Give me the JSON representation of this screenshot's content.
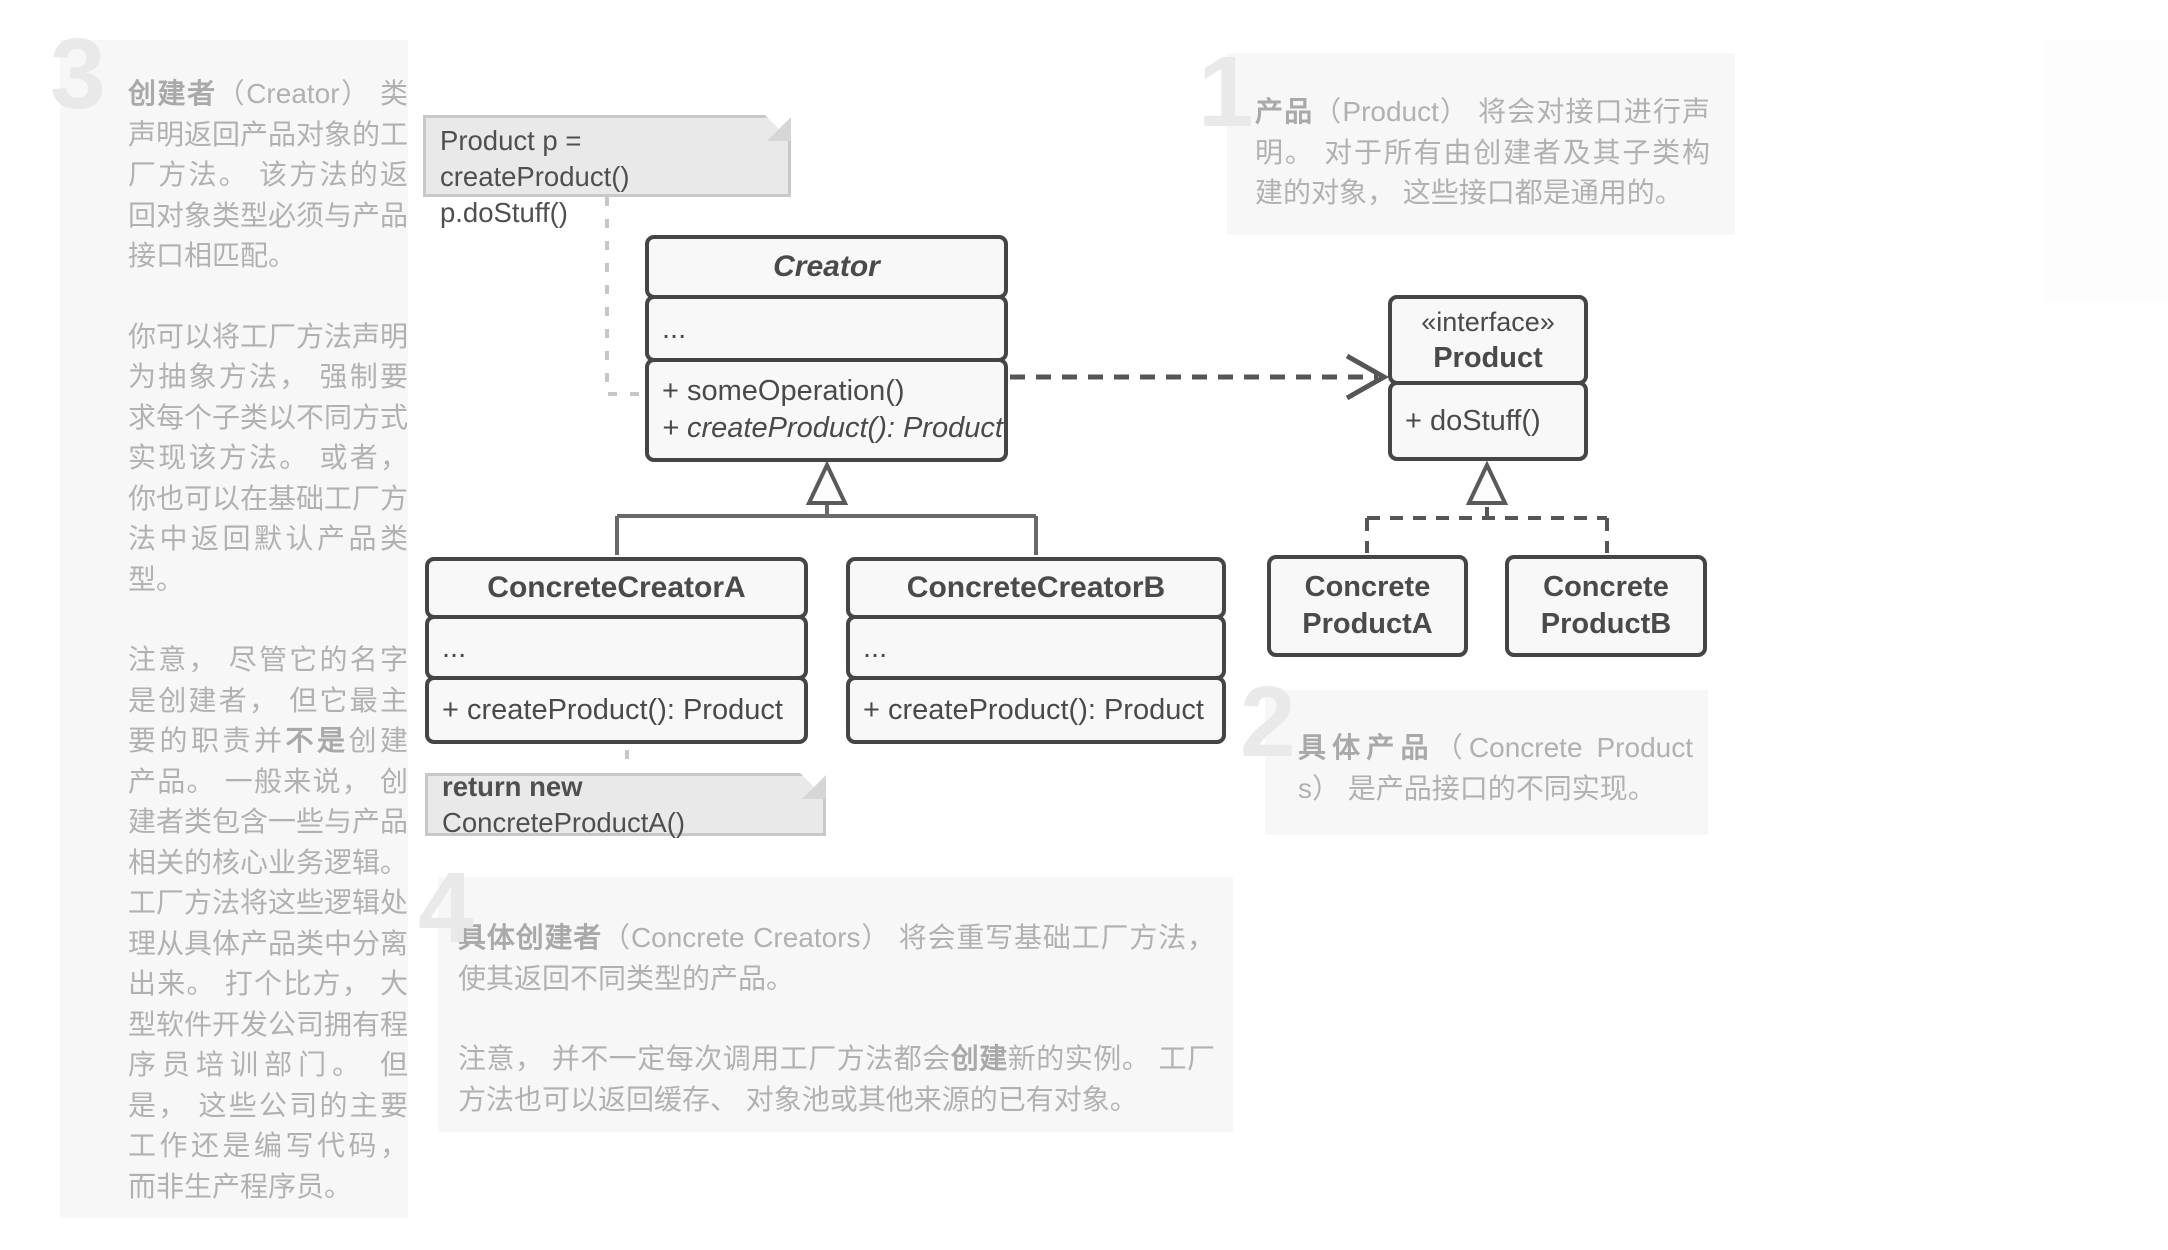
{
  "diagram_title": "Factory Method pattern structure (Chinese)",
  "colors": {
    "page_bg": "#ffffff",
    "annotation_bg": "#f7f7f7",
    "annotation_text": "#b1b1b1",
    "big_number": "#e9e9e9",
    "class_border": "#454545",
    "class_fill": "#f8f8f8",
    "class_text": "#4a4a4a",
    "note_fill": "#e9e9e9",
    "note_border": "#c8c8c8",
    "connector_light": "#c7c7c7",
    "connector_dark": "#565656",
    "connector_solid": "#696969"
  },
  "left_panel": {
    "number": "3",
    "p1_lead": "创建者",
    "p1_rest": "（Creator） 类声明返回产品对象的工厂方法。 该方法的返回对象类型必须与产品接口相匹配。",
    "p2": "你可以将工厂方法声明为抽象方法， 强制要求每个子类以不同方式实现该方法。 或者， 你也可以在基础工厂方法中返回默认产品类型。",
    "p3_a": "注意， 尽管它的名字是创建者， 但它最主要的职责并",
    "p3_bold": "不是",
    "p3_b": "创建产品。 一般来说， 创建者类包含一些与产品相关的核心业务逻辑。 工厂方法将这些逻辑处理从具体产品类中分离出来。 打个比方， 大型软件开发公司拥有程序员培训部门。 但是， 这些公司的主要工作还是编写代码， 而非生产程序员。"
  },
  "annotation1": {
    "number": "1",
    "lead": "产品",
    "rest": "（Product） 将会对接口进行声明。 对于所有由创建者及其子类构建的对象， 这些接口都是通用的。"
  },
  "annotation2": {
    "number": "2",
    "lead": "具体产品",
    "rest": "（Concrete Products） 是产品接口的不同实现。"
  },
  "annotation4": {
    "number": "4",
    "p1_lead": "具体创建者",
    "p1_rest": "（Concrete Creators） 将会重写基础工厂方法， 使其返回不同类型的产品。",
    "p2_a": "注意， 并不一定每次调用工厂方法都会",
    "p2_bold": "创建",
    "p2_b": "新的实例。 工厂方法也可以返回缓存、 对象池或其他来源的已有对象。"
  },
  "notes": {
    "pseudocode_line1": "Product p = createProduct()",
    "pseudocode_line2": "p.doStuff()",
    "return_bold": "return new",
    "return_rest": " ConcreteProductA()"
  },
  "classes": {
    "creator": {
      "title": "Creator",
      "fields": "...",
      "method1": "+ someOperation()",
      "method2": "+ createProduct(): Product"
    },
    "product": {
      "stereotype": "«interface»",
      "title": "Product",
      "method1": "+ doStuff()"
    },
    "concrete_creator_a": {
      "title": "ConcreteCreatorA",
      "fields": "...",
      "method1": "+ createProduct(): Product"
    },
    "concrete_creator_b": {
      "title": "ConcreteCreatorB",
      "fields": "...",
      "method1": "+ createProduct(): Product"
    },
    "concrete_product_a": {
      "line1": "Concrete",
      "line2": "ProductA"
    },
    "concrete_product_b": {
      "line1": "Concrete",
      "line2": "ProductB"
    }
  },
  "relationships": {
    "dependency": "Creator ..> Product (dashed open arrow)",
    "inheritance": "ConcreteCreatorA, ConcreteCreatorB --|> Creator",
    "realization": "ConcreteProductA, ConcreteProductB ..|> Product"
  }
}
